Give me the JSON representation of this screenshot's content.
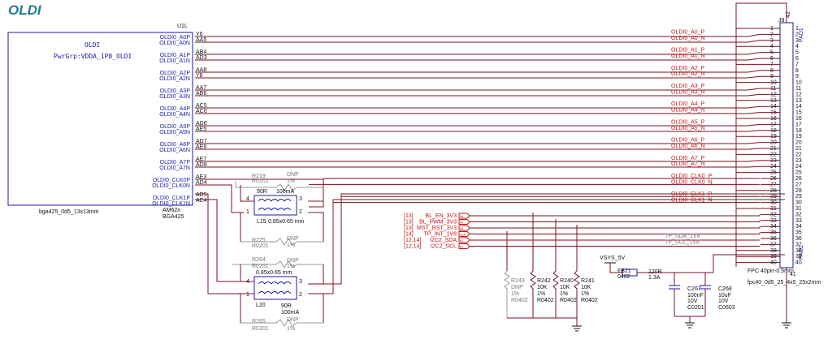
{
  "title": "OLDI",
  "ic": {
    "refdes": "U1L",
    "name": "OLDI",
    "pwrgrp": "PwrGrp:VDDA_1P8_OLDI",
    "part": "AM62x",
    "package": "BGA425",
    "footprint": "bga425_0d5_13x13mm",
    "pins": [
      {
        "label": "OLDI0_A0P",
        "ball": "Y6"
      },
      {
        "label": "OLDI0_A0N",
        "ball": "AA5"
      },
      {
        "label": "OLDI0_A1P",
        "ball": "AB4"
      },
      {
        "label": "OLDI0_A1N",
        "ball": "AD3"
      },
      {
        "label": "OLDI0_A2P",
        "ball": "AA8"
      },
      {
        "label": "OLDI0_A2N",
        "ball": "Y8"
      },
      {
        "label": "OLDI0_A3P",
        "ball": "AA7"
      },
      {
        "label": "OLDI0_A3N",
        "ball": "AB6"
      },
      {
        "label": "OLDI0_A4P",
        "ball": "AC5"
      },
      {
        "label": "OLDI0_A4N",
        "ball": "AC6"
      },
      {
        "label": "OLDI0_A5P",
        "ball": "AD6"
      },
      {
        "label": "OLDI0_A5N",
        "ball": "AE5"
      },
      {
        "label": "OLDI0_A6P",
        "ball": "AD7"
      },
      {
        "label": "OLDI0_A6N",
        "ball": "AE6"
      },
      {
        "label": "OLDI0_A7P",
        "ball": "AE7"
      },
      {
        "label": "OLDI0_A7N",
        "ball": "AD8"
      },
      {
        "label": "OLDI0_CLK0P",
        "ball": "AE3"
      },
      {
        "label": "OLDI0_CLK0N",
        "ball": "AD4"
      },
      {
        "label": "OLDI0_CLK1P",
        "ball": "AD5"
      },
      {
        "label": "OLDI0_CLK1N",
        "ball": "AE4"
      }
    ]
  },
  "nets": [
    "OLDI0_A0_P",
    "OLDI0_A0_N",
    "OLDI0_A1_P",
    "OLDI0_A1_N",
    "OLDI0_A2_P",
    "OLDI0_A2_N",
    "OLDI0_A3_P",
    "OLDI0_A3_N",
    "OLDI0_A4_P",
    "OLDI0_A4_N",
    "OLDI0_A5_P",
    "OLDI0_A5_N",
    "OLDI0_A6_P",
    "OLDI0_A6_N",
    "OLDI0_A7_P",
    "OLDI0_A7_N",
    "OLDI0_CLK0_P",
    "OLDI0_CLK0_N",
    "OLDI0_CLK1_P",
    "OLDI0_CLK1_N"
  ],
  "connector": {
    "refdes": "J8",
    "pad1": "PAD1",
    "pad2": "PAD2",
    "top_pin": "42",
    "bottom_pin": "41",
    "desc": "FPC 40pin-0.5mm",
    "footprint": "fpc40_0d5_25_4x5_25x2mm",
    "pin_count": 40
  },
  "control_nets": [
    {
      "ref": "[13]",
      "name": "BL_EN_3V3",
      "dir": "IN"
    },
    {
      "ref": "[13]",
      "name": "BL_PWM_3V3",
      "dir": "IN"
    },
    {
      "ref": "[13]",
      "name": "MST_RST_3V3",
      "dir": "IN"
    },
    {
      "ref": "[14]",
      "name": "TP_INT_1V8",
      "dir": "OUT"
    },
    {
      "ref": "[12,14]",
      "name": "I2C2_SDA",
      "dir": "BI"
    },
    {
      "ref": "[12,14]",
      "name": "I2C2_SCL",
      "dir": "BI"
    }
  ],
  "tp_nets": [
    "TP_SDA_1V8",
    "TP_SCL_1V8"
  ],
  "chokes": [
    {
      "ref": "L15",
      "value": "90R",
      "current": "100mA",
      "size": "0.85x0.65 mm"
    },
    {
      "ref": "L20",
      "value": "90R",
      "current": "100mA",
      "size": "0.85x0.65 mm"
    }
  ],
  "dnp_resistors": [
    {
      "ref": "R219",
      "dnp": "DNP",
      "pkg": "R0201",
      "tol": "1%"
    },
    {
      "ref": "R225",
      "dnp": "DNP",
      "pkg": "R0201",
      "tol": "1%"
    },
    {
      "ref": "R264",
      "dnp": "DNP",
      "pkg": "R0201",
      "tol": "1%"
    },
    {
      "ref": "R265",
      "dnp": "DNP",
      "pkg": "R0201",
      "tol": "1%"
    }
  ],
  "pullups": [
    {
      "ref": "R243",
      "value": "DNP",
      "tol": "1%",
      "pkg": "R0402",
      "dnp": true
    },
    {
      "ref": "R242",
      "value": "10K",
      "tol": "1%",
      "pkg": "R0402",
      "dnp": false
    },
    {
      "ref": "R240",
      "value": "10K",
      "tol": "1%",
      "pkg": "R0402",
      "dnp": false
    },
    {
      "ref": "R241",
      "value": "10K",
      "tol": "1%",
      "pkg": "R0402",
      "dnp": false
    }
  ],
  "power": {
    "rail": "VSYS_5V",
    "ferrite": {
      "ref": "FB21",
      "pkg": "0402",
      "value": "120R",
      "current": "1.3A"
    },
    "caps": [
      {
        "ref": "C267",
        "value": "100nF",
        "voltage": "10V",
        "pkg": "C0201"
      },
      {
        "ref": "C268",
        "value": "10uF",
        "voltage": "10V",
        "pkg": "C0603"
      }
    ]
  },
  "colors": {
    "title": "#1f7f8f",
    "wire": "#7a1020",
    "net": "#c81818",
    "body": "#1a1aa8"
  }
}
